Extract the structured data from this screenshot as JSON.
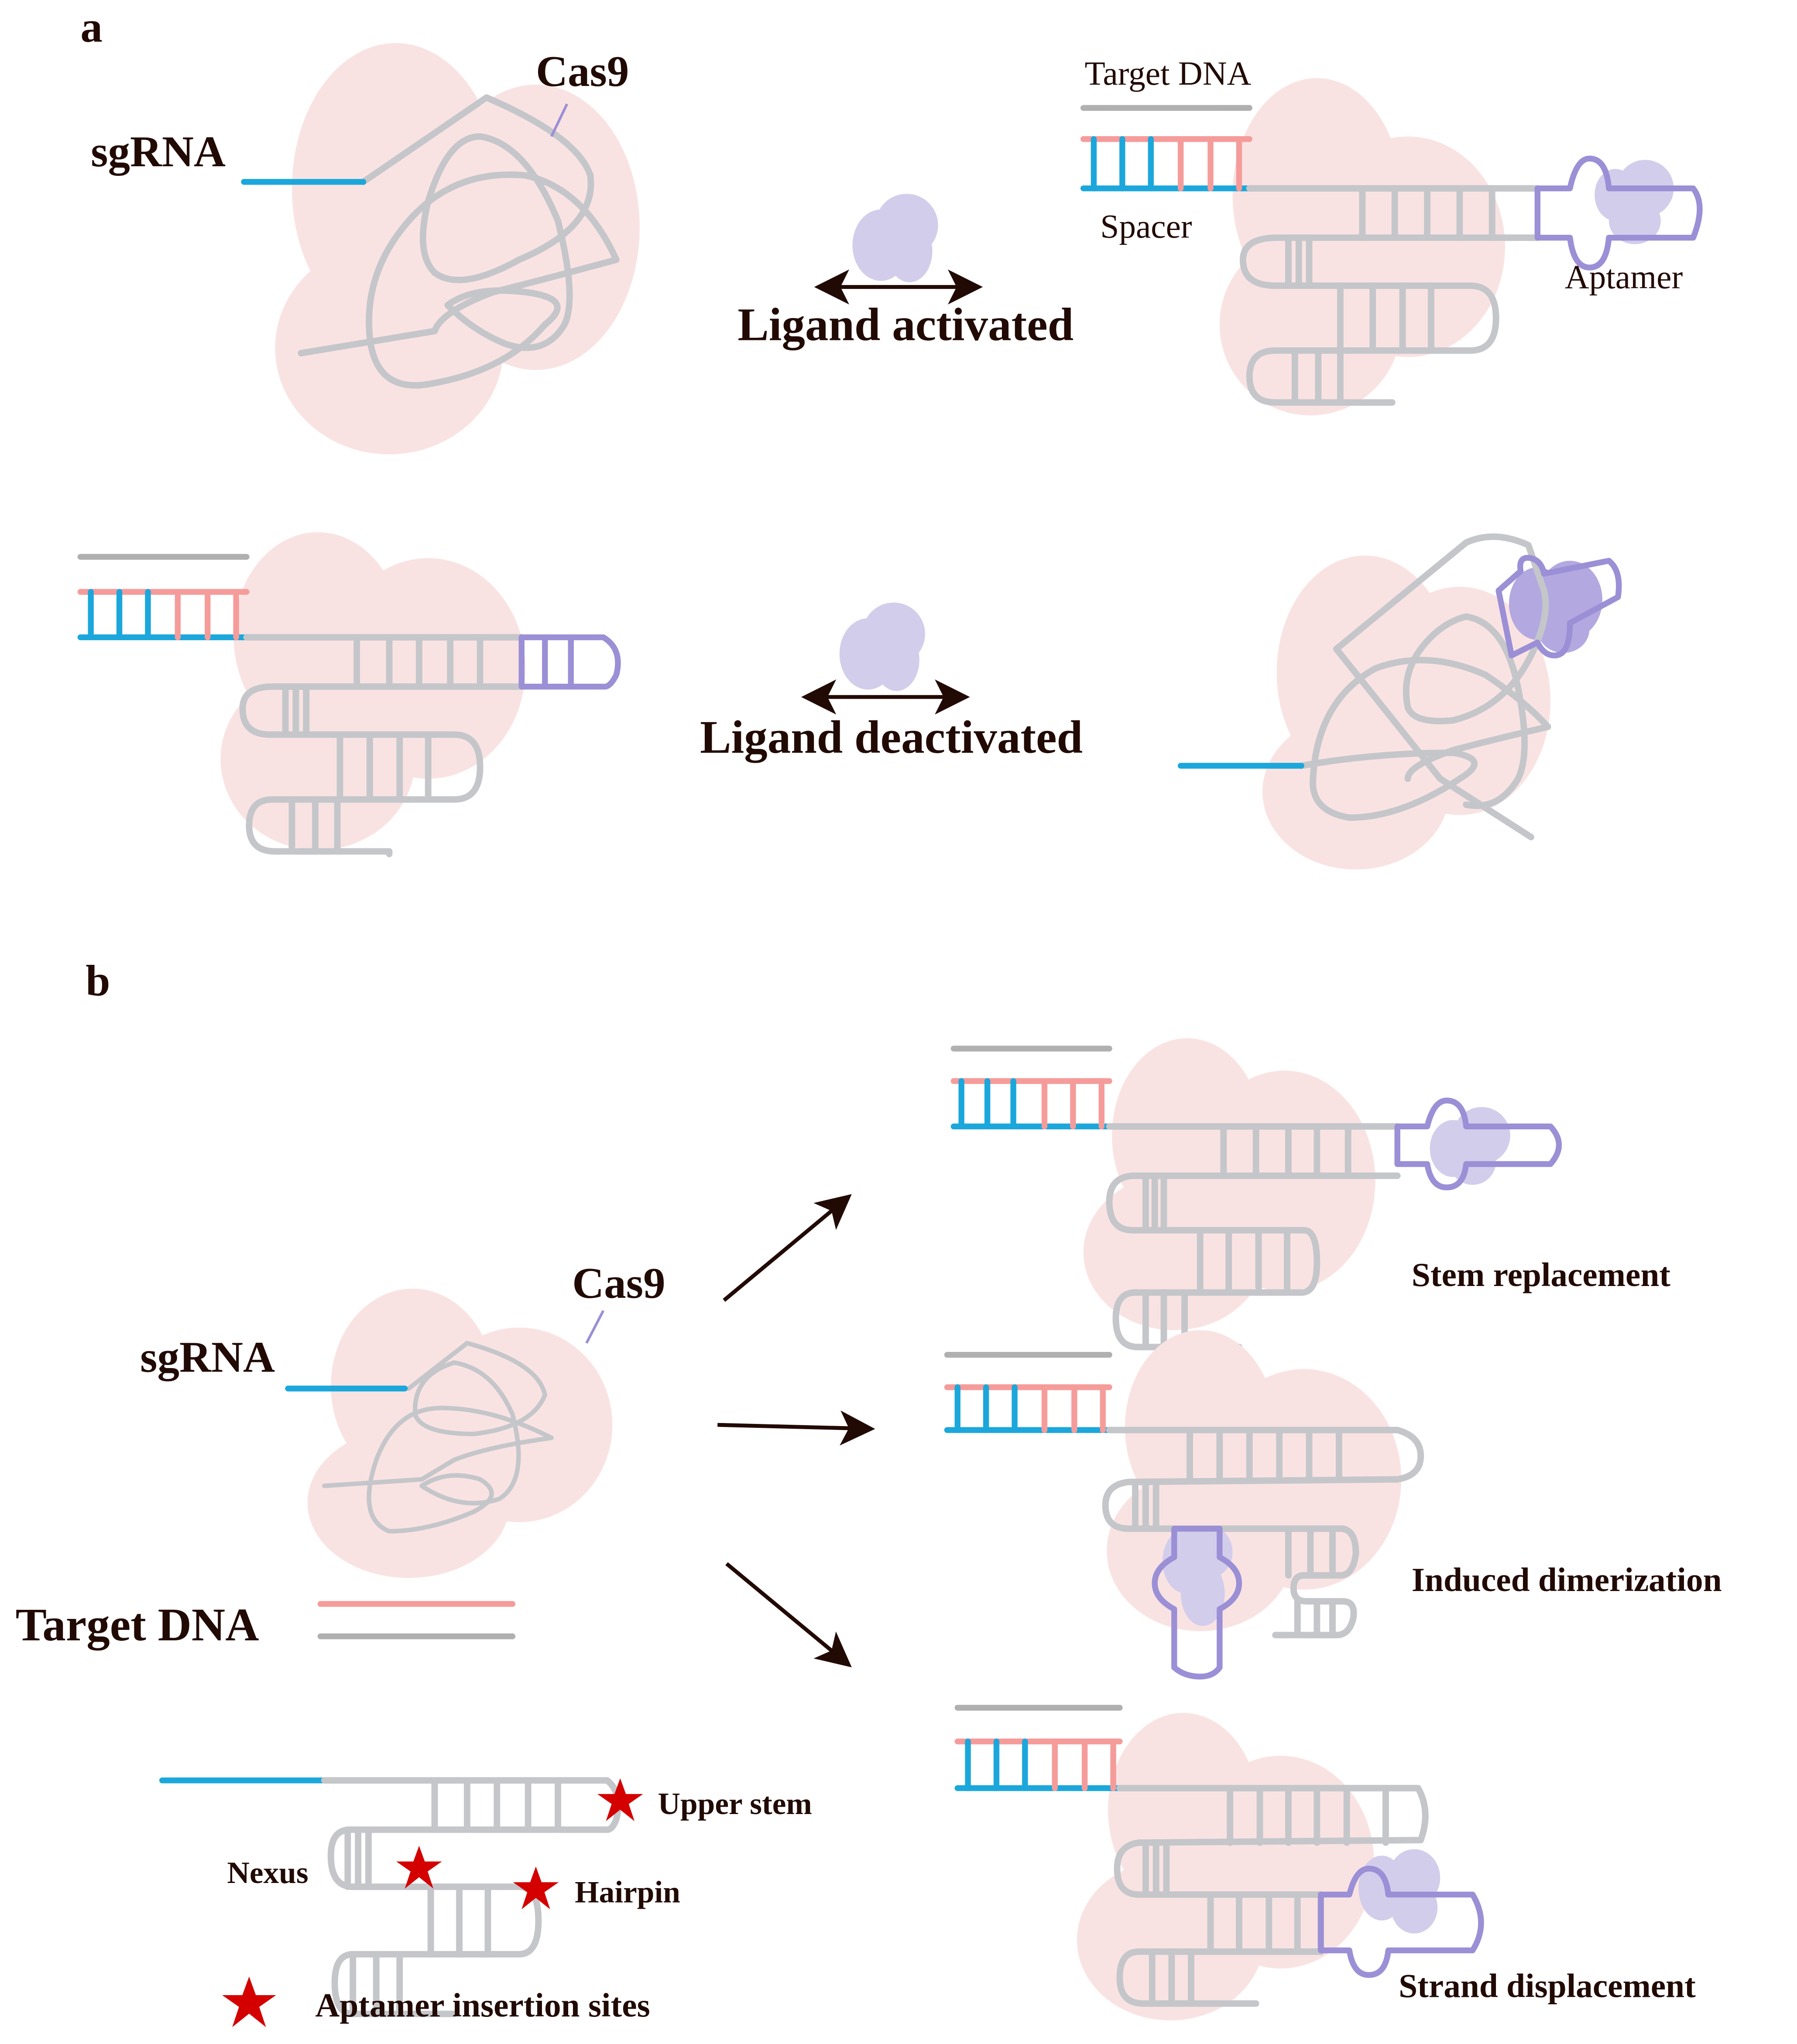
{
  "figure": {
    "panel_a": {
      "label": "a",
      "cas9_label": "Cas9",
      "sgrna_label": "sgRNA",
      "target_dna_label": "Target DNA",
      "spacer_label": "Spacer",
      "aptamer_label": "Aptamer",
      "ligand_activated_label": "Ligand activated",
      "ligand_deactivated_label": "Ligand deactivated"
    },
    "panel_b": {
      "label": "b",
      "cas9_label": "Cas9",
      "sgrna_label": "sgRNA",
      "target_dna_label": "Target DNA",
      "sites": {
        "upper_stem": "Upper stem",
        "nexus": "Nexus",
        "hairpin": "Hairpin"
      },
      "legend_label": "Aptamer insertion sites",
      "strategies": [
        "Stem replacement",
        "Induced dimerization",
        "Strand displacement"
      ]
    },
    "colors": {
      "spacer": "#1ba7db",
      "target_strand": "#f59c9a",
      "non_target_strand": "#b0b0b0",
      "sgrna_scaffold": "#c4c6ca",
      "cas9": "#f9e3e2",
      "aptamer": "#9b8fd6",
      "ligand": "#d3cdec",
      "insertion_site": "#d40000",
      "text": "#220a04"
    }
  }
}
